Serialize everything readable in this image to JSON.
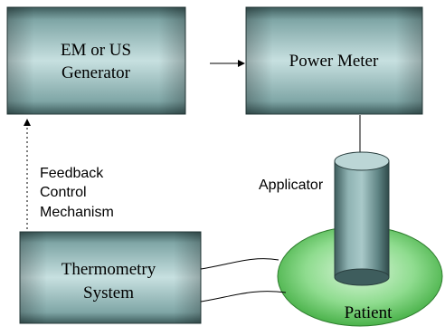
{
  "nodes": {
    "generator": {
      "line1": "EM or US",
      "line2": "Generator"
    },
    "power_meter": {
      "label": "Power Meter"
    },
    "thermometry": {
      "line1": "Thermometry",
      "line2": "System"
    },
    "applicator": {
      "label": "Applicator"
    },
    "patient": {
      "label": "Patient"
    }
  },
  "feedback": {
    "line1": "Feedback",
    "line2": "Control",
    "line3": "Mechanism"
  },
  "colors": {
    "box_fill": "#9fc4c4",
    "box_dark": "#3e5d5d",
    "patient_fill": "#7fd37f",
    "applicator_fill": "#8fb3b3"
  }
}
